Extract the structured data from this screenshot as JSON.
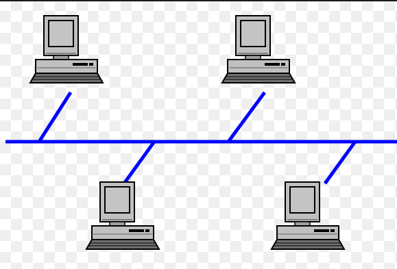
{
  "diagram": {
    "type": "bus-network-topology",
    "colors": {
      "bus": "#0000ff",
      "computer_body": "#c0c0c0",
      "computer_dark": "#808080",
      "computer_outline": "#000000",
      "screen": "#d8d8d8",
      "checker": "#dcdcdc"
    },
    "nodes": [
      {
        "name": "computer-top-left",
        "icon": "desktop-computer-icon"
      },
      {
        "name": "computer-top-right",
        "icon": "desktop-computer-icon"
      },
      {
        "name": "computer-bottom-left",
        "icon": "desktop-computer-icon"
      },
      {
        "name": "computer-bottom-right",
        "icon": "desktop-computer-icon"
      }
    ]
  }
}
